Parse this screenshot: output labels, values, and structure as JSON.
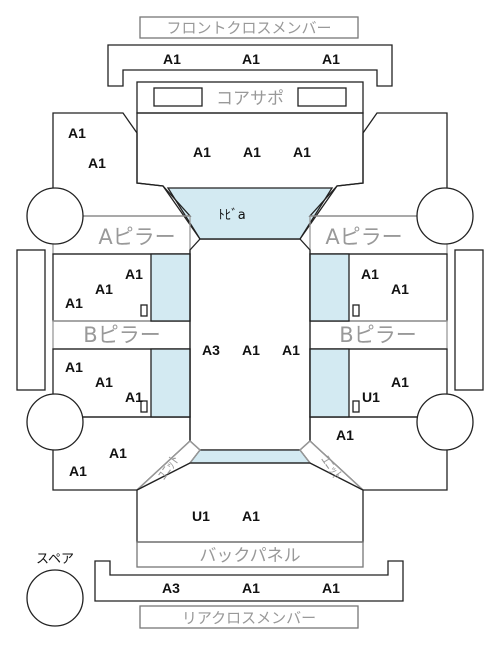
{
  "labels": {
    "front_cross_member": "フロントクロスメンバー",
    "core_support": "コアサポ",
    "a_pillar": "Aピラー",
    "b_pillar": "Bピラー",
    "floor": "ﾄﾋﾞa",
    "unit_left": "ﾕﾆｯﾄ",
    "unit_right": "ﾕﾆｯﾄ",
    "back_panel": "バックパネル",
    "rear_cross_member": "リアクロスメンバー",
    "spare": "スペア"
  },
  "grades": {
    "front_cross_member": [
      "A1",
      "A1",
      "A1"
    ],
    "left_front_fender": [
      "A1",
      "A1"
    ],
    "hood": [
      "A1",
      "A1",
      "A1"
    ],
    "left_front_door": [
      "A1",
      "A1",
      "A1"
    ],
    "right_front_door": [
      "A1",
      "A1"
    ],
    "roof": [
      "A3",
      "A1",
      "A1"
    ],
    "left_rear_door": [
      "A1",
      "A1",
      "A1"
    ],
    "right_rear_door": [
      "A1",
      "U1"
    ],
    "left_rear_quarter": [
      "A1",
      "A1"
    ],
    "right_rear_quarter": [
      "A1"
    ],
    "trunk": [
      "U1",
      "A1"
    ],
    "rear_cross_member": [
      "A3",
      "A1",
      "A1"
    ]
  }
}
